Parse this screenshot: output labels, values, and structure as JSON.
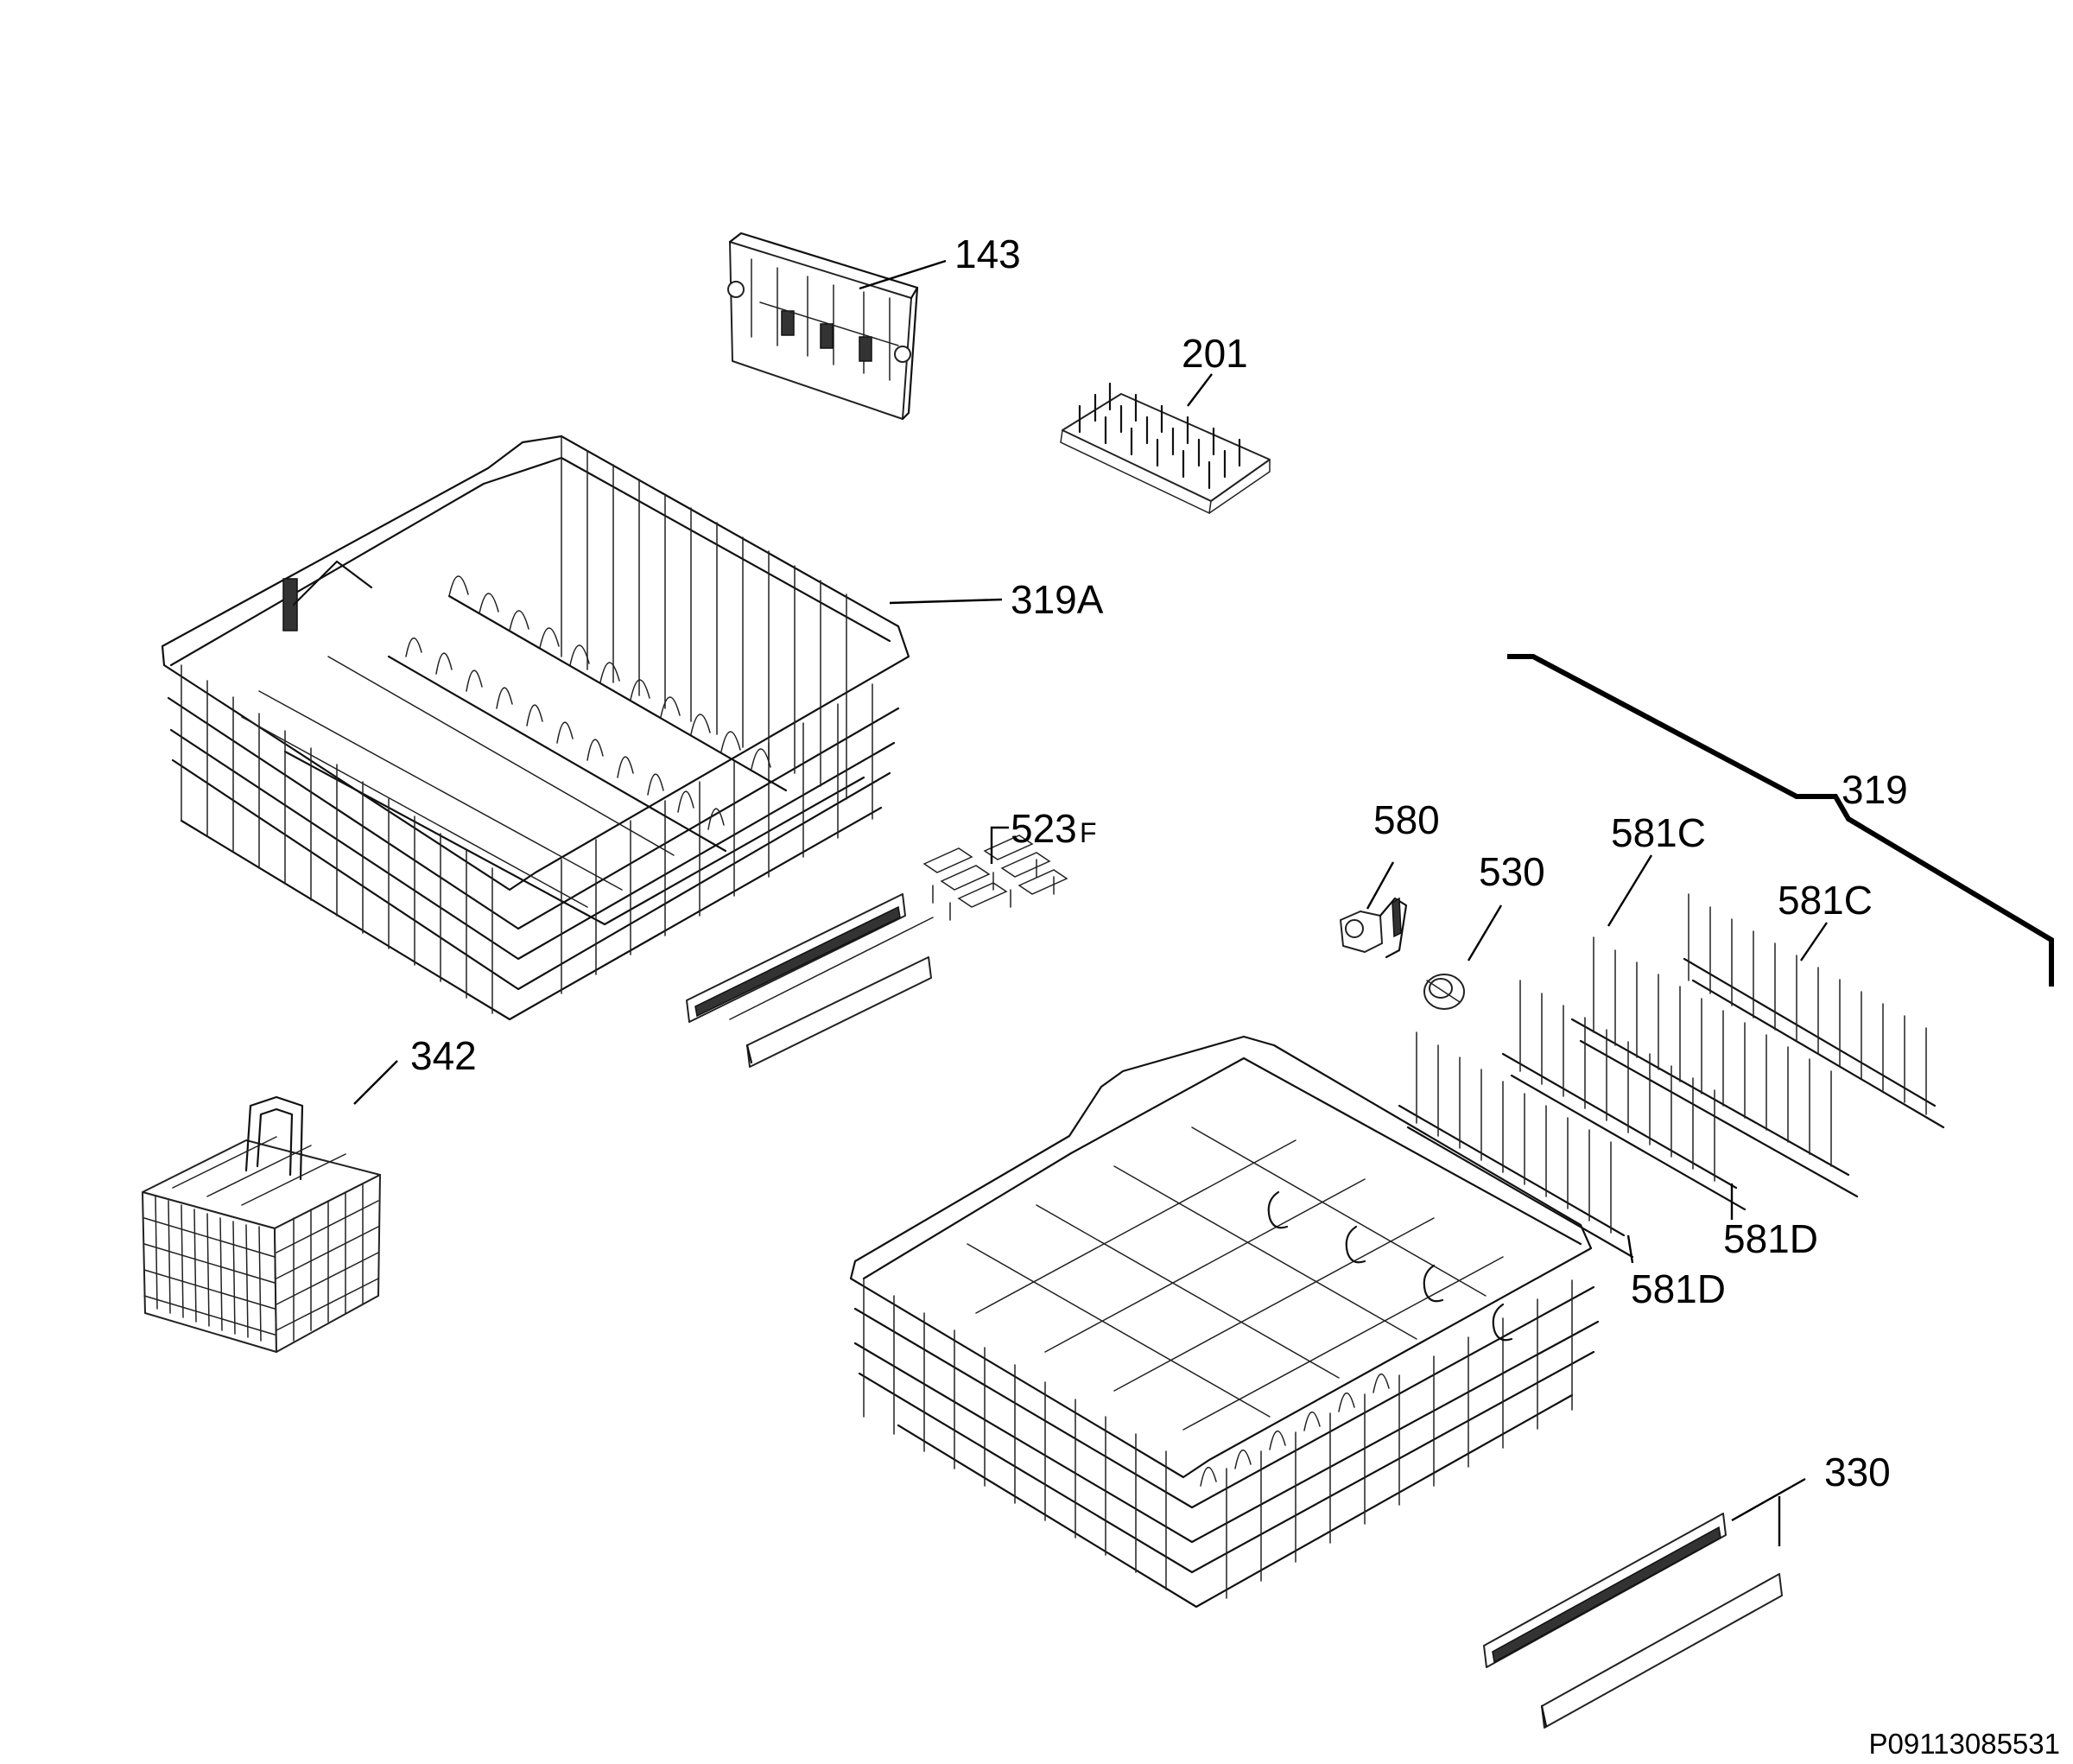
{
  "diagram": {
    "code": "P09113085531",
    "parts": [
      {
        "id": "p143",
        "label": "143"
      },
      {
        "id": "p201",
        "label": "201"
      },
      {
        "id": "p319A",
        "label": "319A"
      },
      {
        "id": "p319",
        "label": "319"
      },
      {
        "id": "p523",
        "label": "523",
        "suffix": "F"
      },
      {
        "id": "p342",
        "label": "342"
      },
      {
        "id": "p580",
        "label": "580"
      },
      {
        "id": "p530",
        "label": "530"
      },
      {
        "id": "p581C_a",
        "label": "581C"
      },
      {
        "id": "p581C_b",
        "label": "581C"
      },
      {
        "id": "p581D_a",
        "label": "581D"
      },
      {
        "id": "p581D_b",
        "label": "581D"
      },
      {
        "id": "p330",
        "label": "330"
      }
    ]
  }
}
